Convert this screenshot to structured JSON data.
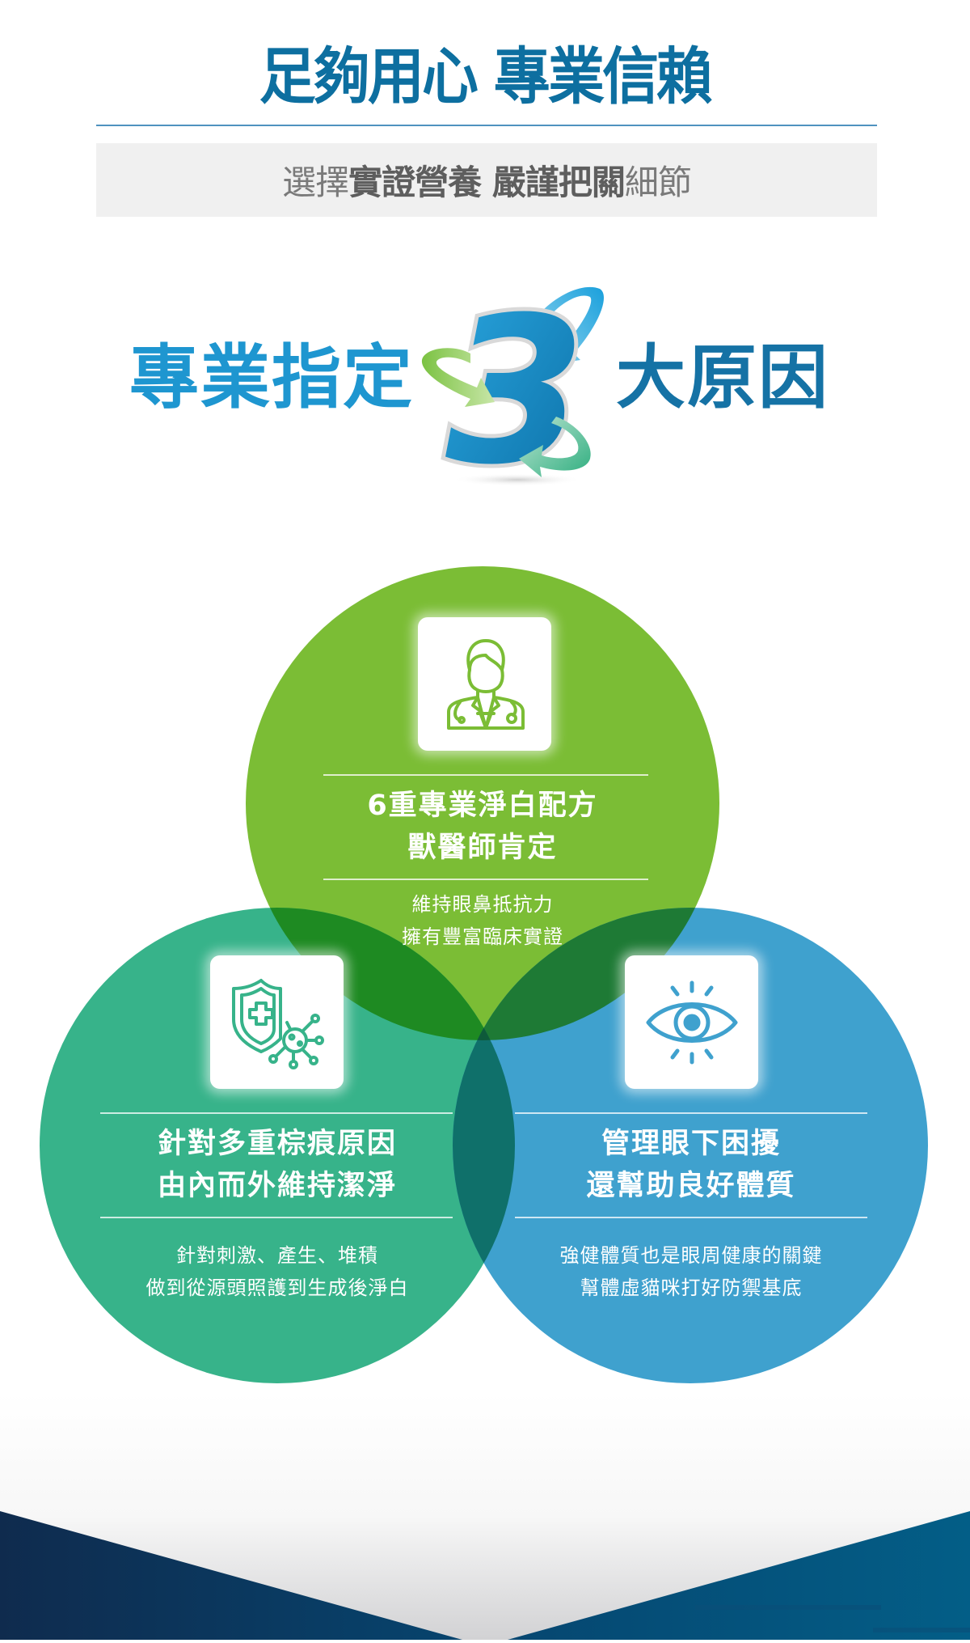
{
  "header": {
    "title": "足夠用心 專業信賴",
    "subtitle_parts": [
      {
        "text": "選擇",
        "weight": "light"
      },
      {
        "text": "實證營養",
        "weight": "bold"
      },
      {
        "text": " ",
        "weight": "bold"
      },
      {
        "text": "嚴謹把關",
        "weight": "bold"
      },
      {
        "text": "細節",
        "weight": "light"
      }
    ],
    "title_color": "#0D6FA0"
  },
  "reasons_heading": {
    "left_text": "專業指定",
    "number": "3",
    "right_text": "大原因",
    "left_color": "#1E96D0",
    "right_color": "#1572A5"
  },
  "reasons": [
    {
      "id": "vet",
      "icon": "doctor-icon",
      "color": "#7BBD35",
      "title_lines": [
        "6重專業淨白配方",
        "獸醫師肯定"
      ],
      "desc_lines": [
        "維持眼鼻抵抗力",
        "擁有豐富臨床實證"
      ]
    },
    {
      "id": "stain",
      "icon": "shield-virus-icon",
      "color": "#37B38A",
      "title_lines": [
        "針對多重棕痕原因",
        "由內而外維持潔淨"
      ],
      "desc_lines": [
        "針對刺激、產生、堆積",
        "做到從源頭照護到生成後淨白"
      ]
    },
    {
      "id": "constitution",
      "icon": "eye-icon",
      "color": "#3FA1CE",
      "title_lines": [
        "管理眼下困擾",
        "還幫助良好體質"
      ],
      "desc_lines": [
        "強健體質也是眼周健康的關鍵",
        "幫體虛貓咪打好防禦基底"
      ]
    }
  ],
  "overlap_colors": {
    "green_teal": "#1E8A22",
    "green_blue": "#1E7A35",
    "teal_blue": "#0F706A",
    "all": "#0E5A3A"
  },
  "footer": {
    "dark_left": "#0F2B4E",
    "dark_right": "#035E87"
  }
}
